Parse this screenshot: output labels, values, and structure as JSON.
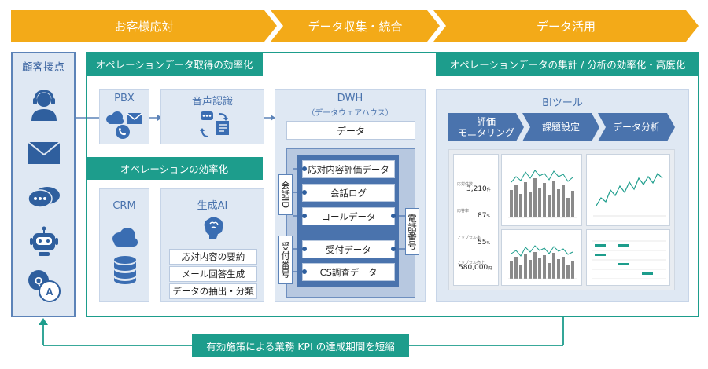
{
  "phases": [
    "お客様応対",
    "データ収集・統合",
    "データ活用"
  ],
  "customer_touchpoints": {
    "title": "顧客接点",
    "icons": [
      "operator-icon",
      "mail-icon",
      "chat-bubble-icon",
      "chatbot-icon",
      "qa-icon"
    ]
  },
  "operations_data": {
    "title": "オペレーションデータ取得の効率化",
    "pbx": {
      "label": "PBX",
      "icons": [
        "cloud-icon",
        "mail-icon",
        "phone-icon"
      ]
    },
    "speech": {
      "label": "音声認識",
      "icon": "speech-recognition-icon"
    }
  },
  "operations_efficiency": {
    "title": "オペレーションの効率化",
    "crm": {
      "label": "CRM",
      "icons": [
        "cloud-icon",
        "database-icon"
      ]
    },
    "genai": {
      "label": "生成AI",
      "icon": "ai-brain-icon",
      "items": [
        "応対内容の要約",
        "メール回答生成",
        "データの抽出・分類"
      ]
    }
  },
  "dwh": {
    "title": "DWH",
    "subtitle": "（データウェアハウス）",
    "data_label": "データ",
    "left_keys": [
      "会話ID",
      "受付番号"
    ],
    "right_key": "電話番号",
    "tables": [
      "応対内容評価データ",
      "会話ログ",
      "コールデータ",
      "受付データ",
      "CS調査データ"
    ]
  },
  "analytics": {
    "title": "オペレーションデータの集計 / 分析の効率化・高度化",
    "bi_title": "BIツール",
    "steps": [
      "評価\nモニタリング",
      "課題設定",
      "データ分析"
    ],
    "dashboard": {
      "kpis": [
        {
          "label": "応対件数",
          "value": "3,210",
          "unit": "件"
        },
        {
          "label": "応答率",
          "value": "87",
          "unit": "%"
        },
        {
          "label": "アップセル率",
          "value": "55",
          "unit": "%"
        },
        {
          "label": "アップセル売上",
          "value": "580,000",
          "unit": "円"
        }
      ]
    }
  },
  "feedback": {
    "label": "有効施策による業務 KPI の達成期間を短縮"
  },
  "colors": {
    "orange": "#f3aa18",
    "teal": "#1d9d8c",
    "blue": "#4a73ad",
    "light_blue": "#dfe8f3"
  }
}
